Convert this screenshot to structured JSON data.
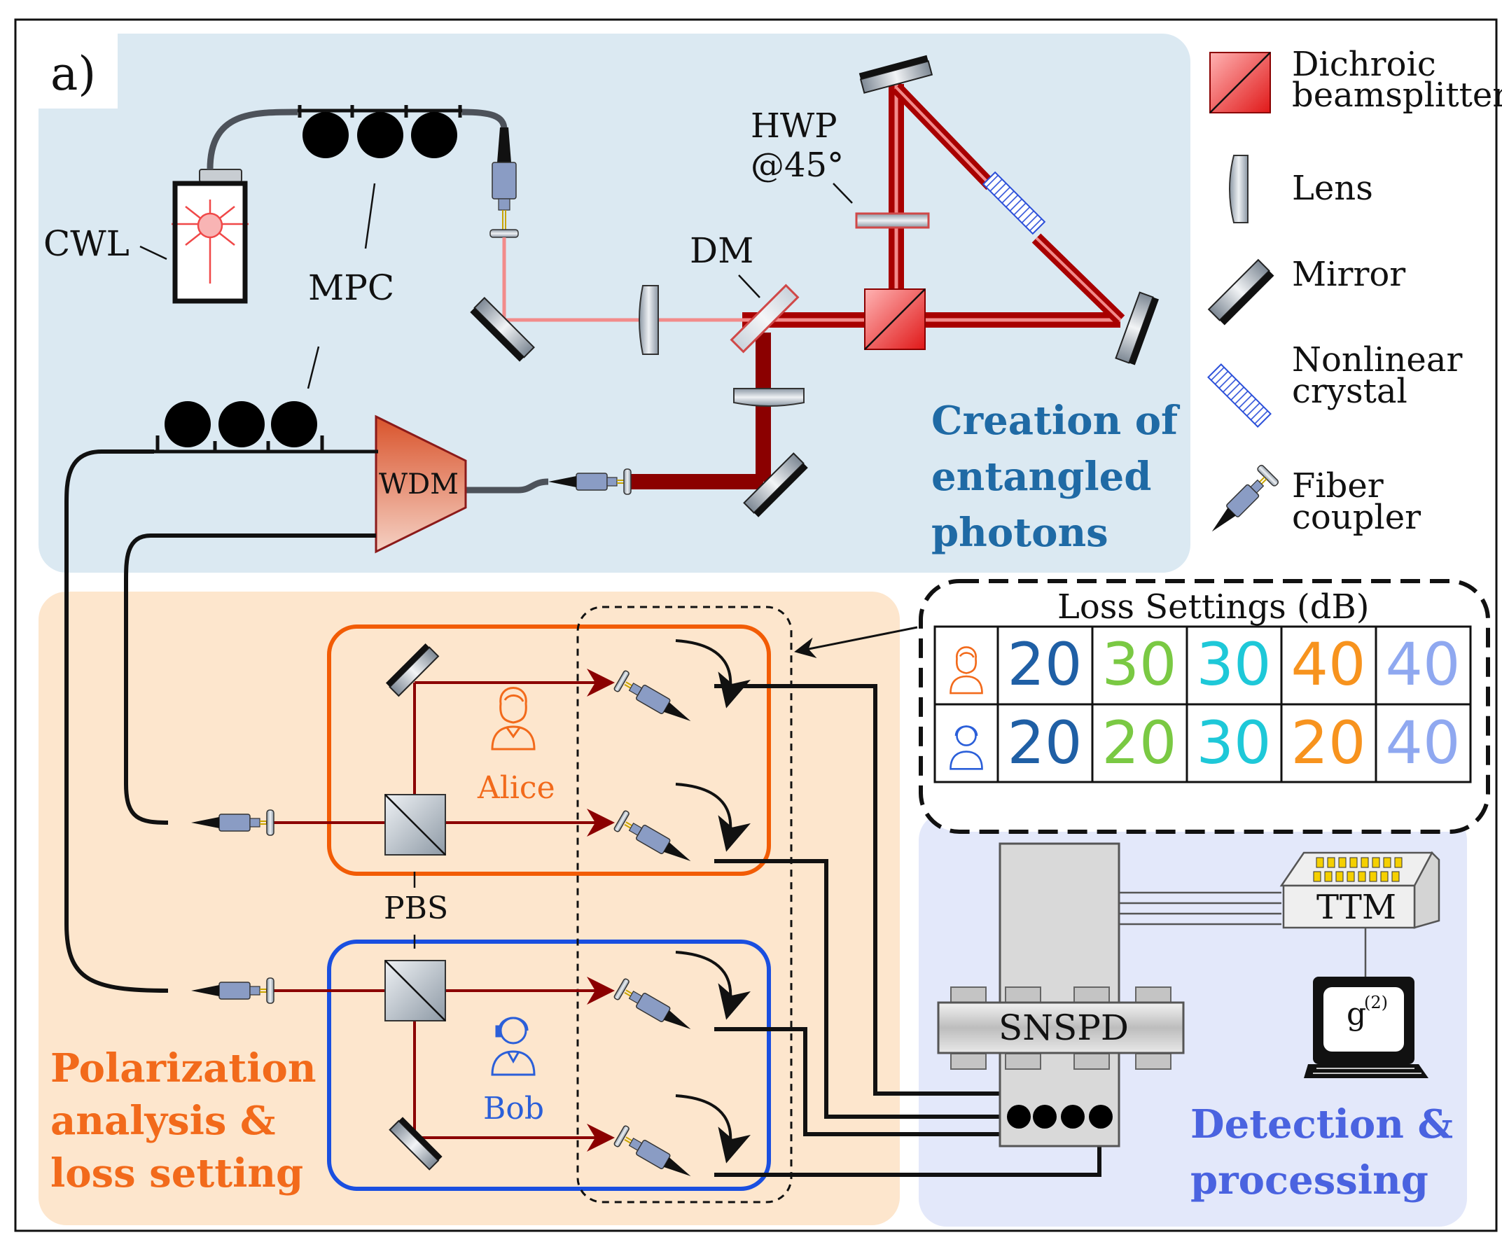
{
  "panel_label": "a)",
  "regions": {
    "creation": {
      "line1": "Creation of",
      "line2": "entangled",
      "line3": "photons",
      "color": "#1f6aa5"
    },
    "analysis": {
      "line1": "Polarization",
      "line2": "analysis &",
      "line3": "loss setting",
      "color": "#f26a1b"
    },
    "detection": {
      "line1": "Detection &",
      "line2": "processing",
      "color": "#4a63e0"
    }
  },
  "labels": {
    "cwl": "CWL",
    "mpc": "MPC",
    "hwp_line1": "HWP",
    "hwp_line2": "@45°",
    "dm": "DM",
    "wdm": "WDM",
    "pbs": "PBS",
    "alice": "Alice",
    "bob": "Bob",
    "snspd": "SNSPD",
    "ttm": "TTM",
    "g2_base": "g",
    "g2_sup": "(2)"
  },
  "legend": {
    "dichroic_line1": "Dichroic",
    "dichroic_line2": "beamsplitter",
    "lens": "Lens",
    "mirror": "Mirror",
    "crystal_line1": "Nonlinear",
    "crystal_line2": "crystal",
    "fiber_line1": "Fiber",
    "fiber_line2": "coupler"
  },
  "loss_table": {
    "title": "Loss Settings (dB)",
    "alice_row": [
      "20",
      "30",
      "30",
      "40",
      "40"
    ],
    "bob_row": [
      "20",
      "20",
      "30",
      "20",
      "40"
    ],
    "column_colors": [
      "#1f5fa5",
      "#7ac943",
      "#1ec8d8",
      "#f7931e",
      "#8fa8f0"
    ],
    "alice_icon_color": "#f26a1b",
    "bob_icon_color": "#2b5fd9"
  },
  "colors": {
    "alice_box": "#f25c05",
    "bob_box": "#1a4fe0",
    "pump_beam": "#f28b8b",
    "photon_beam": "#8b0000"
  }
}
